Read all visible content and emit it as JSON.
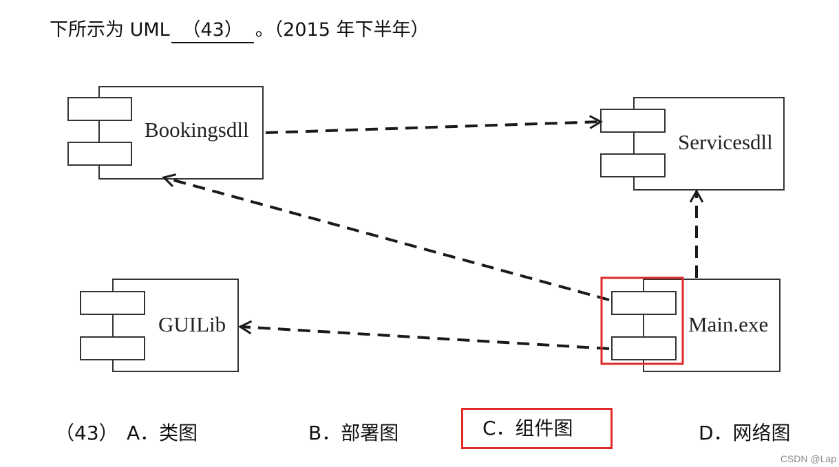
{
  "question": {
    "prefix": "下所示为 UML",
    "blank": "（43）",
    "suffix": "。（2015 年下半年）"
  },
  "diagram": {
    "components": {
      "bookings": "Bookingsdll",
      "services": "Servicesdll",
      "guilib": "GUILib",
      "main": "Main.exe"
    },
    "highlight_color": "#e02a2a"
  },
  "options": {
    "number": "（43）",
    "a": "A．类图",
    "b": "B．部署图",
    "c": "C．组件图",
    "d": "D．网络图"
  },
  "watermark": "CSDN @Lap"
}
